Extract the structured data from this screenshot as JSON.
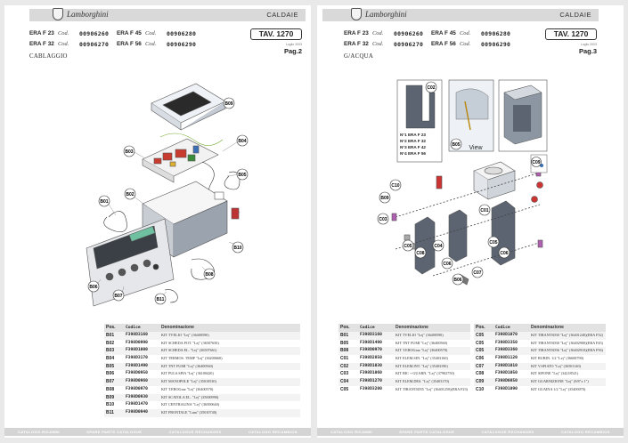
{
  "pages": [
    {
      "brand": "Lamborghini",
      "section": "CALDAIE",
      "models": [
        {
          "model": "ERA F 23",
          "cod_label": "Cod.",
          "code": "00906260"
        },
        {
          "model": "ERA F 45",
          "cod_label": "Cod.",
          "code": "00906280"
        },
        {
          "model": "ERA F 32",
          "cod_label": "Cod.",
          "code": "00906270"
        },
        {
          "model": "ERA F 56",
          "cod_label": "Cod.",
          "code": "00906290"
        }
      ],
      "tav": "TAV. 1270",
      "date": "Luglio 2003",
      "page": "Pag.2",
      "title": "CABLAGGIO",
      "callouts": [
        "B09",
        "B03",
        "B04",
        "B05",
        "B01",
        "B02",
        "B08",
        "B10",
        "B06",
        "B11",
        "B07"
      ],
      "table_headers": {
        "pos": "Pos.",
        "code": "Codice",
        "desc": "Denominazione"
      },
      "table": [
        {
          "pos": "B01",
          "code": "F398D3160",
          "desc": "KIT TVELIO \"Lej\" (36400590)"
        },
        {
          "pos": "B02",
          "code": "F398D0990",
          "desc": "KIT SCHEDA POT. \"Lej\" (36507650)"
        },
        {
          "pos": "B03",
          "code": "F398D1000",
          "desc": "KIT SCHEDA EL. \"Lej\" (36507661)"
        },
        {
          "pos": "B04",
          "code": "F398D3170",
          "desc": "KIT TERMOS. TEMP \"Lej\" (36200660)"
        },
        {
          "pos": "B05",
          "code": "F398D1490",
          "desc": "KIT TNT FUMI \"Lej\" (36400560)"
        },
        {
          "pos": "B06",
          "code": "F398D0950",
          "desc": "KIT PULS.SPIA \"Lej\" (36100420)"
        },
        {
          "pos": "B07",
          "code": "F398D0960",
          "desc": "KIT MANOPOLE \"Lej\" (35010530)"
        },
        {
          "pos": "B08",
          "code": "F398D0970",
          "desc": "KIT T.EROGraz \"Lej\" (36400570)"
        },
        {
          "pos": "B09",
          "code": "F398D0930",
          "desc": "KIT SCATOLA EL. \"Lej\" (35000990)"
        },
        {
          "pos": "B10",
          "code": "F398D1470",
          "desc": "KIT CENTRALINA \"Lej\" (36500640)"
        },
        {
          "pos": "B11",
          "code": "F398D0940",
          "desc": "KIT FRONTALE \"Lam\" (35010740)"
        }
      ],
      "footer": [
        "CATALOGO RICAMBI",
        "SPARE PARTS CATALOGUE",
        "CATALOGUE RECHANGES",
        "CATALOGO RECAMBIOS"
      ]
    },
    {
      "brand": "Lamborghini",
      "section": "CALDAIE",
      "models": [
        {
          "model": "ERA F 23",
          "cod_label": "Cod.",
          "code": "00906260"
        },
        {
          "model": "ERA F 45",
          "cod_label": "Cod.",
          "code": "00906280"
        },
        {
          "model": "ERA F 32",
          "cod_label": "Cod.",
          "code": "00906270"
        },
        {
          "model": "ERA F 56",
          "cod_label": "Cod.",
          "code": "00906290"
        }
      ],
      "tav": "TAV. 1270",
      "date": "Luglio 2003",
      "page": "Pag.3",
      "title": "G/ACQUA",
      "view_label": "View",
      "inset_list": [
        "N°1 ERA F 23",
        "N°2 ERA F 32",
        "N°3 ERA F 42",
        "N°4 ERA F 56"
      ],
      "callouts": [
        "C02",
        "B05",
        "C09",
        "C10",
        "B09",
        "C03",
        "C01",
        "C04",
        "C05",
        "C08",
        "C05",
        "C06",
        "C07",
        "C06",
        "B06"
      ],
      "table_headers": {
        "pos": "Pos.",
        "code": "Codice",
        "desc": "Denominazione"
      },
      "table_left": [
        {
          "pos": "B01",
          "code": "F398D3160",
          "desc": "KIT TVELIO \"Lej\" (36400590)"
        },
        {
          "pos": "B05",
          "code": "F398D1490",
          "desc": "KIT TNT FUMI \"Lej\" (36400560)"
        },
        {
          "pos": "B08",
          "code": "F398D0970",
          "desc": "KIT T.EROGraz \"Lej\" (36400570)"
        },
        {
          "pos": "C01",
          "code": "F398D2850",
          "desc": "KIT ELEM.SIN. \"Lej\" (35403160)"
        },
        {
          "pos": "C02",
          "code": "F398D1030",
          "desc": "KIT ELEM.INT. \"Lej\" (35403190)"
        },
        {
          "pos": "C03",
          "code": "F398D1060",
          "desc": "KIT BIC + GUARN. \"Lej\" (37902750)"
        },
        {
          "pos": "C04",
          "code": "F398D1270",
          "desc": "KIT ELEM.DES. \"Lej\" (35403170)"
        },
        {
          "pos": "C05",
          "code": "F398D3200",
          "desc": "KIT TIRANTIØ35 \"Lej\" (36401250)(ERA F23)"
        }
      ],
      "table_right": [
        {
          "pos": "C05",
          "code": "F398D1070",
          "desc": "KIT TIRANTIØ30 \"Lej\" (36401240)(ERA F32)"
        },
        {
          "pos": "C05",
          "code": "F398D3350",
          "desc": "KIT TIRANTIØ30 \"Lej\" (36402900)(ERA F45)"
        },
        {
          "pos": "C05",
          "code": "F398D3360",
          "desc": "KIT TIRANTIØ36 \"Lej\" (36402910)(ERA F56)"
        },
        {
          "pos": "C06",
          "code": "F398D1120",
          "desc": "KIT RUBIN. 1/2 \"Lej\" (36600790)"
        },
        {
          "pos": "C07",
          "code": "F398D1010",
          "desc": "KIT V.SFIATO \"Lej\" (36501140)"
        },
        {
          "pos": "C08",
          "code": "F398D1050",
          "desc": "KIT SIFONE \"Lej\" (34218521)"
        },
        {
          "pos": "C09",
          "code": "F398D0850",
          "desc": "KIT GUARNIZIONE \"Lej\" (9/8\"x 1\")"
        },
        {
          "pos": "C10",
          "code": "F398D1090",
          "desc": "KIT GUAINA 1/2 \"Lej\" (35400070)"
        }
      ],
      "footer": [
        "CATALOGO RICAMBI",
        "SPARE PARTS CATALOGUE",
        "CATALOGUE RECHANGES",
        "CATALOGO RECAMBIOS"
      ]
    }
  ]
}
